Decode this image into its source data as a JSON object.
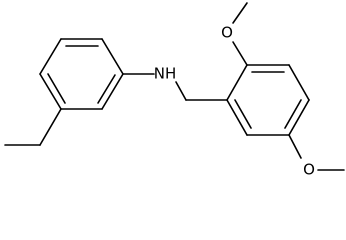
{
  "molecule": {
    "atoms": {
      "nh": "NH",
      "o_top": "O",
      "o_bottom": "O"
    }
  }
}
